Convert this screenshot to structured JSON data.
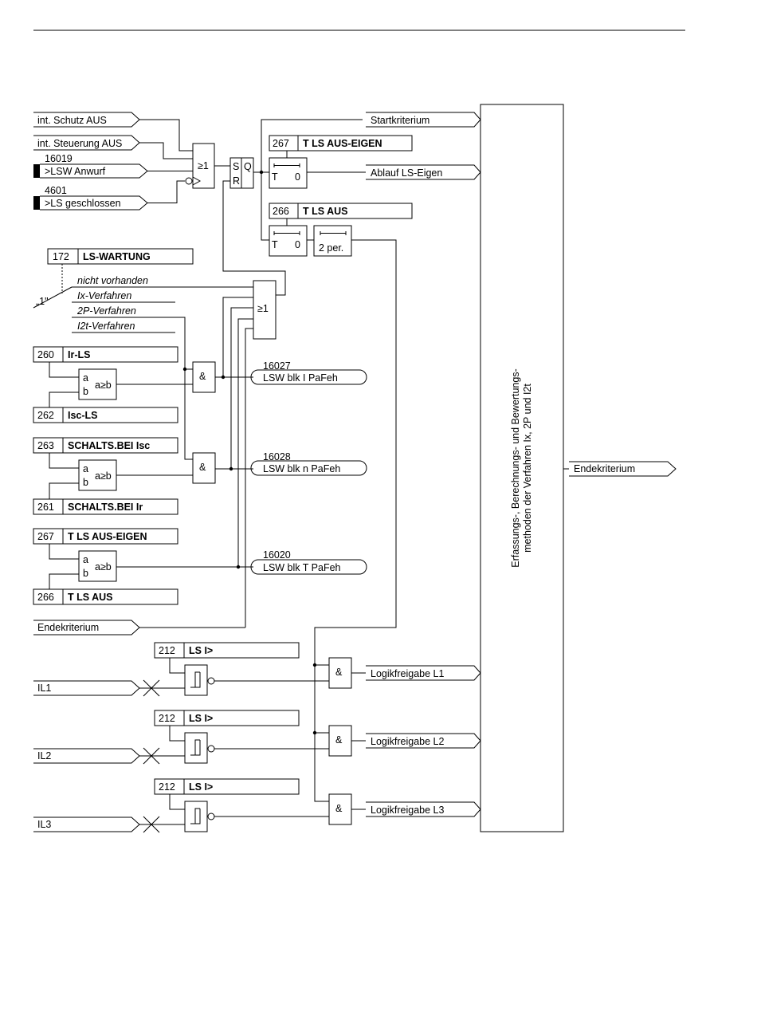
{
  "inputs": {
    "int_schutz_aus": "int. Schutz AUS",
    "int_steuerung_aus": "int. Steuerung AUS",
    "lsw_anwurf_no": "16019",
    "lsw_anwurf": ">LSW Anwurf",
    "ls_geschlossen_no": "4601",
    "ls_geschlossen": ">LS geschlossen",
    "endekriterium": "Endekriterium",
    "il1": "IL1",
    "il2": "IL2",
    "il3": "IL3"
  },
  "gates": {
    "or": "≥1",
    "and": "&",
    "ff_s": "S",
    "ff_r": "R",
    "ff_q": "Q",
    "timer_t": "T",
    "timer_0": "0",
    "pulse": "2 per.",
    "comp_a": "a",
    "comp_b": "b",
    "comp_op": "a≥b",
    "one": "„1\""
  },
  "params": {
    "t_ls_aus_eigen_no": "267",
    "t_ls_aus_eigen": "T LS AUS-EIGEN",
    "t_ls_aus_no": "266",
    "t_ls_aus": "T LS AUS",
    "ls_wartung_no": "172",
    "ls_wartung": "LS-WARTUNG",
    "ir_ls_no": "260",
    "ir_ls": "Ir-LS",
    "isc_ls_no": "262",
    "isc_ls": "Isc-LS",
    "schalts_bei_isc_no": "263",
    "schalts_bei_isc": "SCHALTS.BEI Isc",
    "schalts_bei_ir_no": "261",
    "schalts_bei_ir": "SCHALTS.BEI Ir",
    "ls_i_no": "212",
    "ls_i": "LS I>"
  },
  "options": {
    "nicht_vorhanden": "nicht vorhanden",
    "ix_verfahren": "Ix-Verfahren",
    "p2_verfahren": "2P-Verfahren",
    "i2t_verfahren": "I2t-Verfahren"
  },
  "outputs": {
    "startkriterium": "Startkriterium",
    "ablauf": "Ablauf LS-Eigen",
    "blk_i_no": "16027",
    "blk_i": "LSW blk I PaFeh",
    "blk_n_no": "16028",
    "blk_n": "LSW blk n PaFeh",
    "blk_t_no": "16020",
    "blk_t": "LSW blk T PaFeh",
    "logik_l1": "Logikfreigabe L1",
    "logik_l2": "Logikfreigabe L2",
    "logik_l3": "Logikfreigabe L3",
    "endekriterium_out": "Endekriterium"
  },
  "method_block": {
    "line1": "Erfassungs-, Berechnungs- und Bewertungs-",
    "line2": "methoden der Verfahren Ix, 2P und I2t"
  }
}
